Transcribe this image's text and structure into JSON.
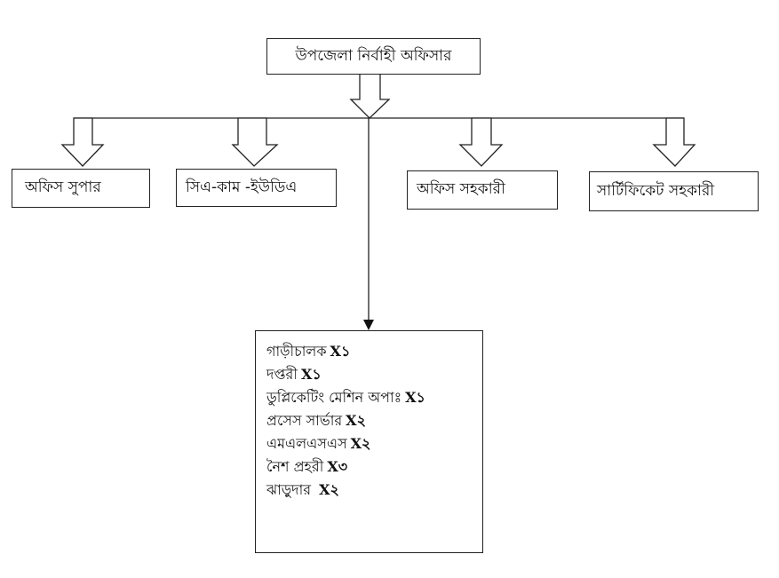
{
  "top": {
    "title": "উপজেলা নির্বাহী অফিসার"
  },
  "subordinates": [
    {
      "label": "অফিস সুপার"
    },
    {
      "label": "সিএ-কাম -ইউডিএ"
    },
    {
      "label": "অফিস সহকারী"
    },
    {
      "label": "সার্টিফিকেট সহকারী"
    }
  ],
  "staff": [
    {
      "label": "গাড়ীচালক",
      "qty": "X১"
    },
    {
      "label": "দপ্তরী",
      "qty": "X১"
    },
    {
      "label": "ডুপ্লিকেটিং মেশিন অপাঃ",
      "qty": "X১"
    },
    {
      "label": "প্রসেস সার্ভার",
      "qty": "X২"
    },
    {
      "label": "এমএলএসএস",
      "qty": "X২"
    },
    {
      "label": "নৈশ প্রহরী",
      "qty": "X৩"
    },
    {
      "label": "ঝাড়ুদার ",
      "qty": "X২"
    }
  ]
}
